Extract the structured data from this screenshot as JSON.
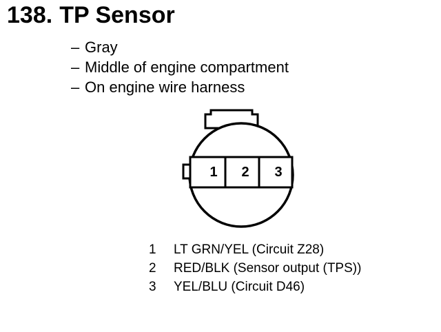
{
  "title": {
    "number": "138.",
    "name": "TP Sensor"
  },
  "details": [
    {
      "dash": "–",
      "text": "Gray"
    },
    {
      "dash": "–",
      "text": "Middle of engine compartment"
    },
    {
      "dash": "–",
      "text": "On engine wire harness"
    }
  ],
  "connector": {
    "pins": [
      "1",
      "2",
      "3"
    ]
  },
  "pinout": [
    {
      "pin": "1",
      "description": "LT GRN/YEL (Circuit Z28)"
    },
    {
      "pin": "2",
      "description": "RED/BLK (Sensor output (TPS))"
    },
    {
      "pin": "3",
      "description": "YEL/BLU (Circuit D46)"
    }
  ]
}
